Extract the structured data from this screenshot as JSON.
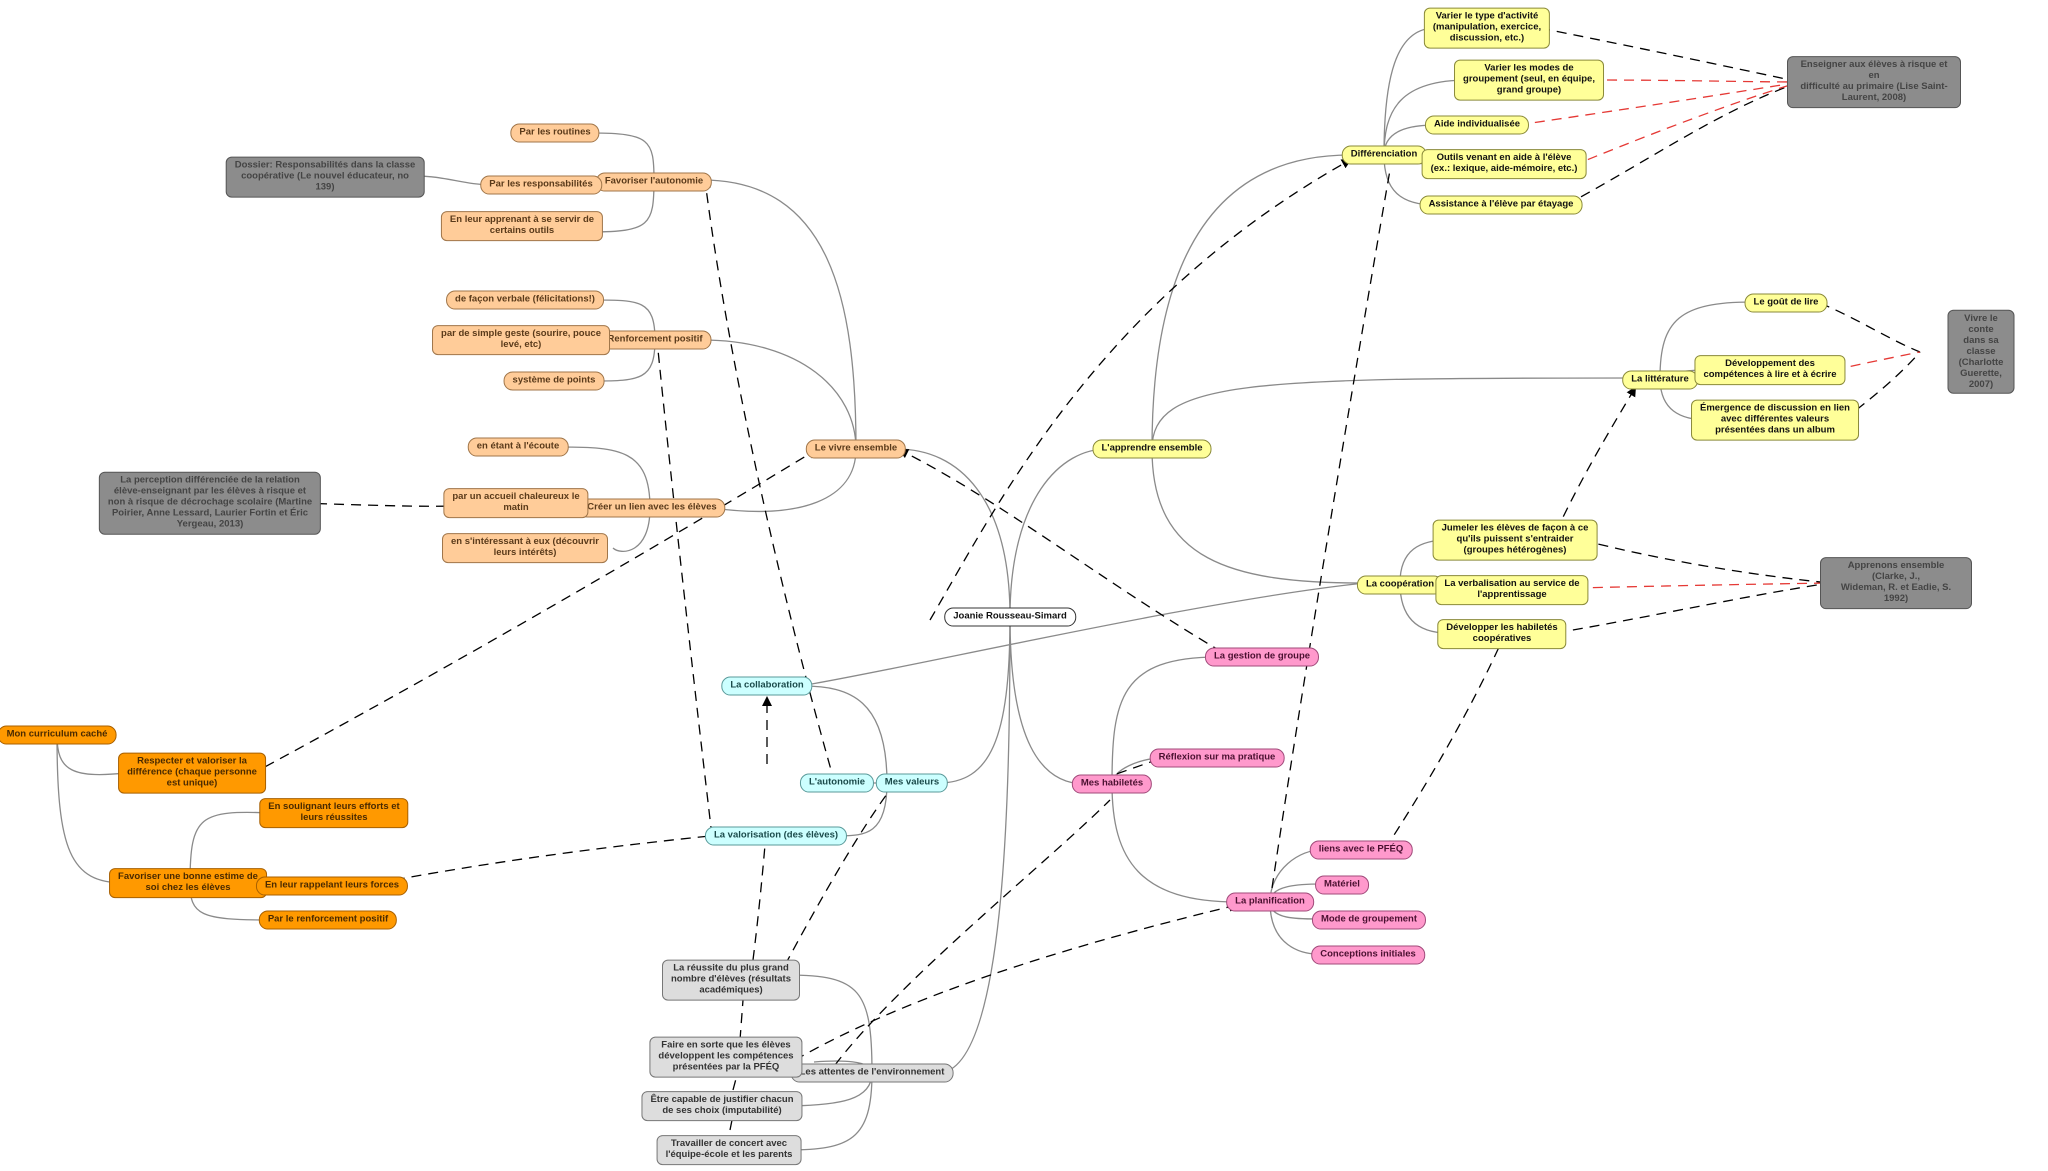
{
  "nodes": {
    "root": "Joanie Rousseau-Simard",
    "apprendre": "L'apprendre ensemble",
    "vivre": "Le vivre ensemble",
    "valeurs": "Mes valeurs",
    "habiletes": "Mes habiletés",
    "attentes": "Les attentes de l'environnement",
    "diff": "Différenciation",
    "diff1": "Varier  le type d'activité\n(manipulation, exercice,\ndiscussion, etc.)",
    "diff2": "Varier les modes de\ngroupement (seul, en équipe,\ngrand groupe)",
    "diff3": "Aide individualisée",
    "diff4": "Outils venant en aide à l'élève\n(ex.: lexique, aide-mémoire, etc.)",
    "diff5": "Assistance à l'élève par étayage",
    "ref_diff": "Enseigner aux élèves à risque et en\ndifficulté au primaire (Lise Saint-\nLaurent, 2008)",
    "litt": "La littérature",
    "litt1": "Le goût de lire",
    "litt2": "Développement des\ncompétences à lire et à écrire",
    "litt3": "Émergence de discussion en lien\navec différentes valeurs\nprésentées dans un album",
    "ref_litt": "Vivre le conte dans  sa classe\n(Charlotte Guerette, 2007)",
    "coop": "La coopération",
    "coop1": "Jumeler les élèves de façon à ce\nqu'ils puissent s'entraider\n(groupes hétérogènes)",
    "coop2": "La verbalisation au service de\nl'apprentissage",
    "coop3": "Développer les habiletés\ncoopératives",
    "ref_coop": "Apprenons ensemble (Clarke, J.,\nWideman, R. et Eadie, S. 1992)",
    "auto": "Favoriser l'autonomie",
    "auto1": "Par les routines",
    "auto2": "Par les responsabilités",
    "auto3": "En leur apprenant à se servir de\ncertains outils",
    "ref_auto": "Dossier: Responsabilités dans la classe\ncoopérative (Le nouvel éducateur, no\n139)",
    "renf": "Renforcement positif",
    "renf1": "de  façon verbale (félicitations!)",
    "renf2": "par de simple geste (sourire, pouce\nlevé, etc)",
    "renf3": "système de points",
    "lien": "Créer un lien avec les élèves",
    "lien1": "en étant à l'écoute",
    "lien2": "par un accueil chaleureux le\nmatin",
    "lien3": "en s'intéressant à eux (découvrir\nleurs intérêts)",
    "ref_lien": "La perception différenciée de la relation\nélève-enseignant par les élèves à risque et\nnon à risque de décrochage scolaire (Martine\nPoirier, Anne Lessard, Laurier Fortin et Éric\nYergeau, 2013)",
    "collab": "La collaboration",
    "autonomie": "L'autonomie",
    "valorisation": "La valorisation (des élèves)",
    "gestion": "La gestion de groupe",
    "reflexion": "Réflexion sur ma pratique",
    "planif": "La planification",
    "planif1": "liens avec le PFÉQ",
    "planif2": "Matériel",
    "planif3": "Mode de groupement",
    "planif4": "Conceptions initiales",
    "att1": "La réussite du plus grand\nnombre d'élèves (résultats\nacadémiques)",
    "att2": "Faire en sorte que les élèves\ndéveloppent les compétences\nprésentées par la PFÉQ",
    "att3": "Être capable de justifier chacun\nde ses choix   (imputabilité)",
    "att4": "Travailler de concert avec\nl'équipe-école et les parents",
    "curr": "Mon curriculum caché",
    "curr1": "Respecter et valoriser la\ndifférence (chaque personne\nest unique)",
    "curr2": "Favoriser une bonne estime de\nsoi chez les élèves",
    "est1": "En soulignant leurs efforts et\nleurs réussites",
    "est2": "En  leur rappelant leurs forces",
    "est3": "Par le renforcement positif"
  },
  "colors": {
    "root": "#ffffff",
    "yellow": "#ffff99",
    "peach": "#ffcc99",
    "orange": "#ff9900",
    "cyan": "#ccffff",
    "pink": "#ff99cc",
    "light_grey": "#dddddd",
    "dark_grey": "#8c8c8c",
    "dashed_link": "#000000",
    "dashed_link_red": "#e53935"
  }
}
